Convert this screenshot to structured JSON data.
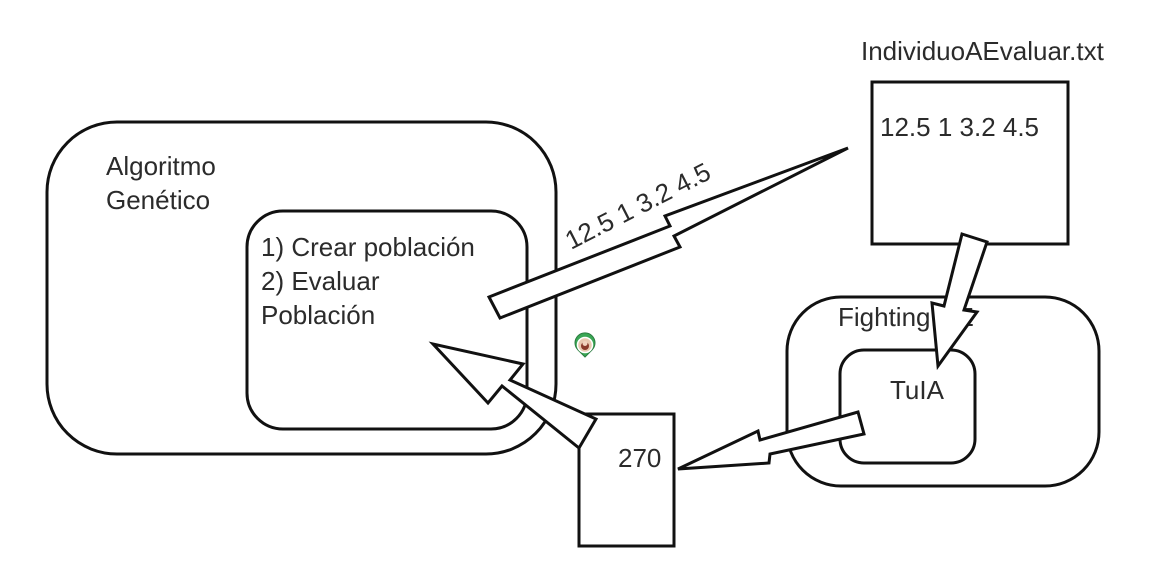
{
  "diagram": {
    "ga_box": {
      "title_line1": "Algoritmo",
      "title_line2": "Genético"
    },
    "inner_box": {
      "line1": "1) Crear población",
      "line2": "2) Evaluar",
      "line3": "Población"
    },
    "file_box": {
      "filename": "IndividuoAEvaluar.txt",
      "content": "12.5 1 3.2 4.5"
    },
    "fighting_box": {
      "label": "FightingICE"
    },
    "tuia_box": {
      "label": "TuIA"
    },
    "result_box": {
      "value": "270"
    },
    "arrow_label": "12.5 1 3.2 4.5",
    "colors": {
      "stroke": "#111111",
      "text": "#2b2b2b",
      "background": "#ffffff"
    }
  }
}
